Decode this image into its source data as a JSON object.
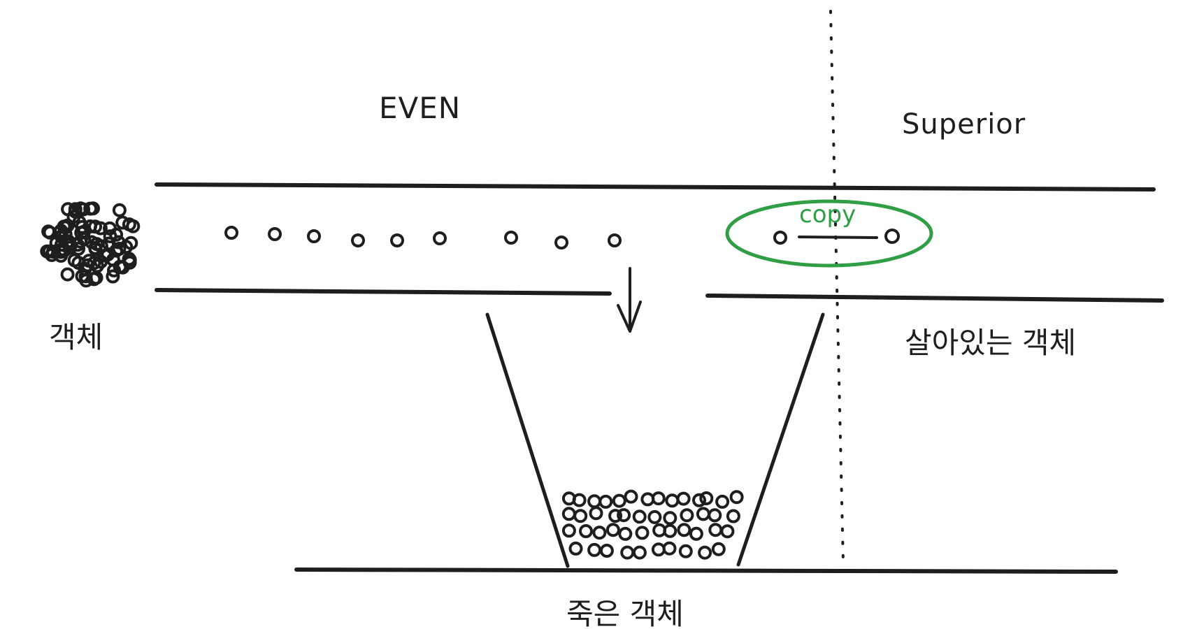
{
  "labels": {
    "even": "EVEN",
    "superior": "Superior",
    "object": "객체",
    "alive_object": "살아있는 객체",
    "dead_object": "죽은 객체",
    "copy": "copy"
  },
  "colors": {
    "ink": "#1e1e1e",
    "copy_highlight": "#2f9e44",
    "background": "#ffffff"
  }
}
